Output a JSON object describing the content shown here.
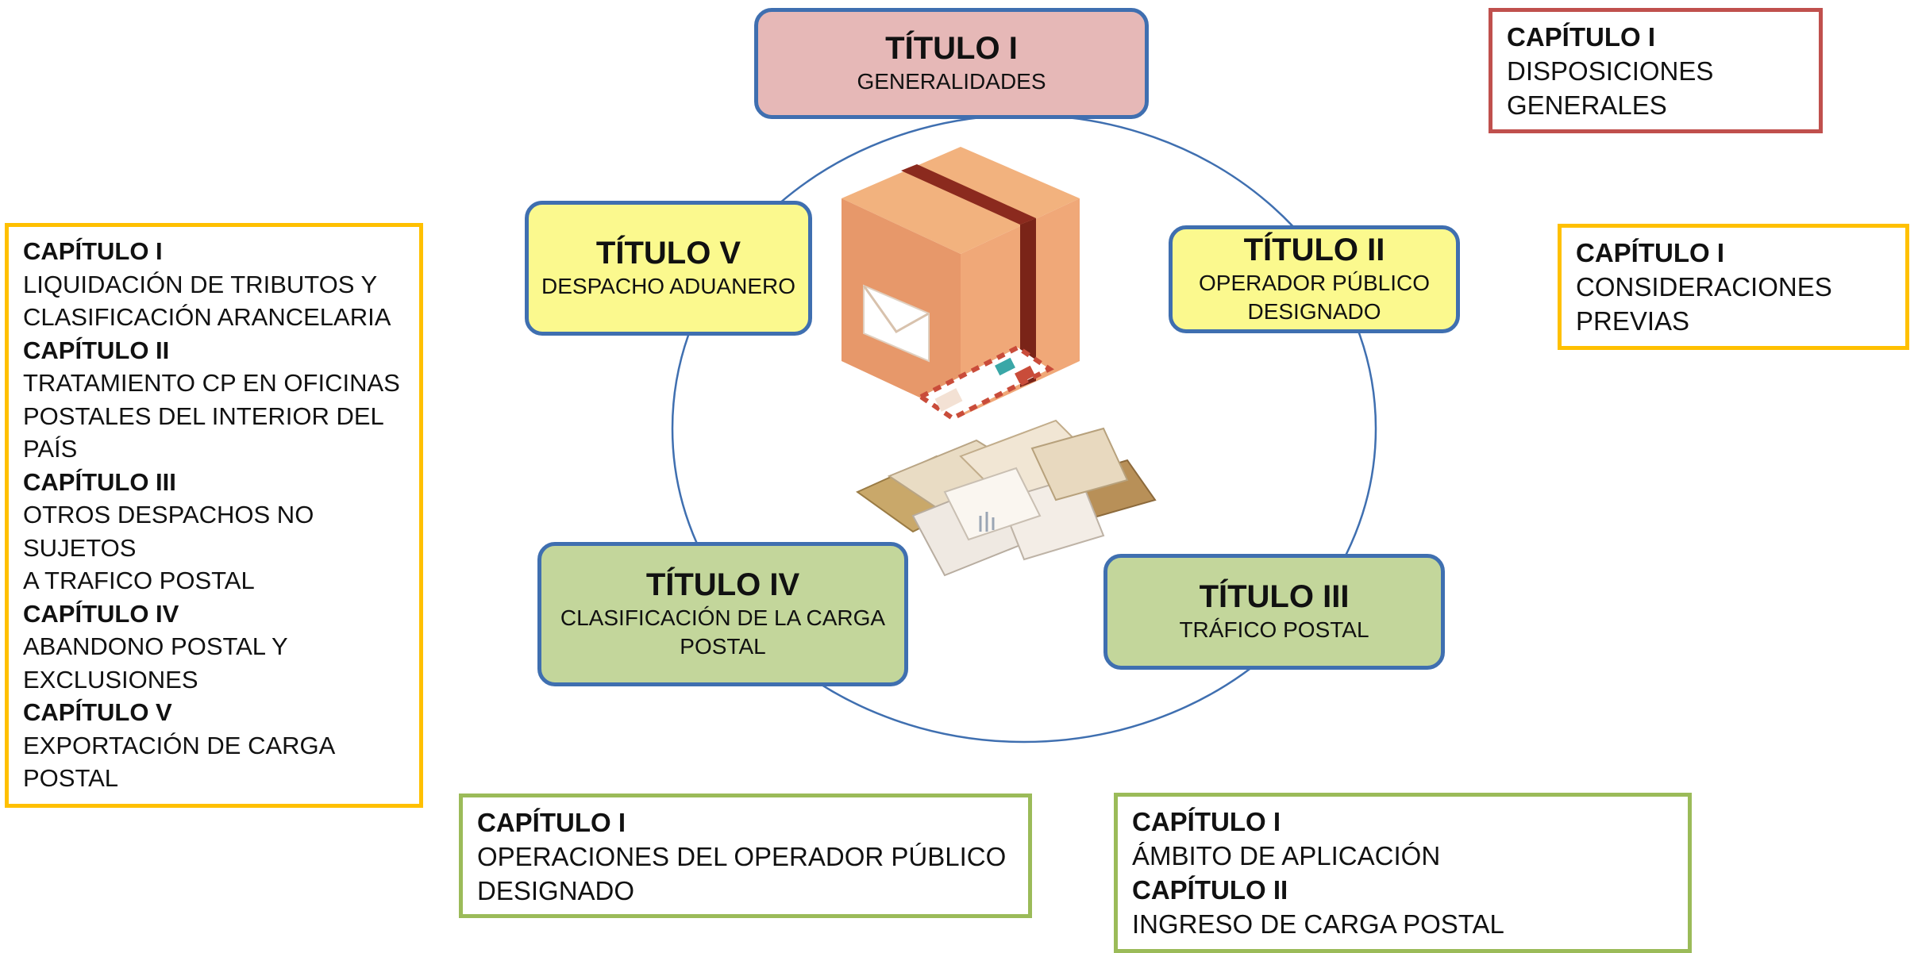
{
  "colors": {
    "ring": "#3f6fb0",
    "titulo_border": "#3f6fb0",
    "titulo_pink": "#e6b8b7",
    "titulo_yellow": "#fbf98e",
    "titulo_green": "#c3d69b",
    "border_red": "#c0504d",
    "border_yellow": "#ffc000",
    "border_green": "#9bbb59"
  },
  "titulos": [
    {
      "title": "TÍTULO I",
      "subtitle": "GENERALIDADES"
    },
    {
      "title": "TÍTULO II",
      "subtitle": "OPERADOR PÚBLICO\nDESIGNADO"
    },
    {
      "title": "TÍTULO III",
      "subtitle": "TRÁFICO POSTAL"
    },
    {
      "title": "TÍTULO IV",
      "subtitle": "CLASIFICACIÓN DE LA CARGA\nPOSTAL"
    },
    {
      "title": "TÍTULO V",
      "subtitle": "DESPACHO ADUANERO"
    }
  ],
  "capitulos": {
    "titulo_i": [
      {
        "heading": "CAPÍTULO I",
        "text": "DISPOSICIONES\nGENERALES"
      }
    ],
    "titulo_ii": [
      {
        "heading": "CAPÍTULO I",
        "text": "CONSIDERACIONES\nPREVIAS"
      }
    ],
    "titulo_iii": [
      {
        "heading": "CAPÍTULO I",
        "text": "ÁMBITO DE APLICACIÓN"
      },
      {
        "heading": "CAPÍTULO II",
        "text": "INGRESO DE CARGA POSTAL"
      }
    ],
    "titulo_iv": [
      {
        "heading": "CAPÍTULO I",
        "text": "OPERACIONES DEL OPERADOR PÚBLICO\nDESIGNADO"
      }
    ],
    "titulo_v": [
      {
        "heading": "CAPÍTULO I",
        "text": "LIQUIDACIÓN DE TRIBUTOS Y\nCLASIFICACIÓN ARANCELARIA"
      },
      {
        "heading": "CAPÍTULO II",
        "text": "TRATAMIENTO CP EN OFICINAS\nPOSTALES DEL INTERIOR DEL\nPAÍS"
      },
      {
        "heading": "CAPÍTULO III",
        "text": "OTROS DESPACHOS NO SUJETOS\nA TRAFICO POSTAL"
      },
      {
        "heading": "CAPÍTULO IV",
        "text": "ABANDONO POSTAL Y\nEXCLUSIONES"
      },
      {
        "heading": "CAPÍTULO V",
        "text": "EXPORTACIÓN DE CARGA POSTAL"
      }
    ]
  },
  "illustration": {
    "icon": "parcel-and-letters-icon"
  }
}
